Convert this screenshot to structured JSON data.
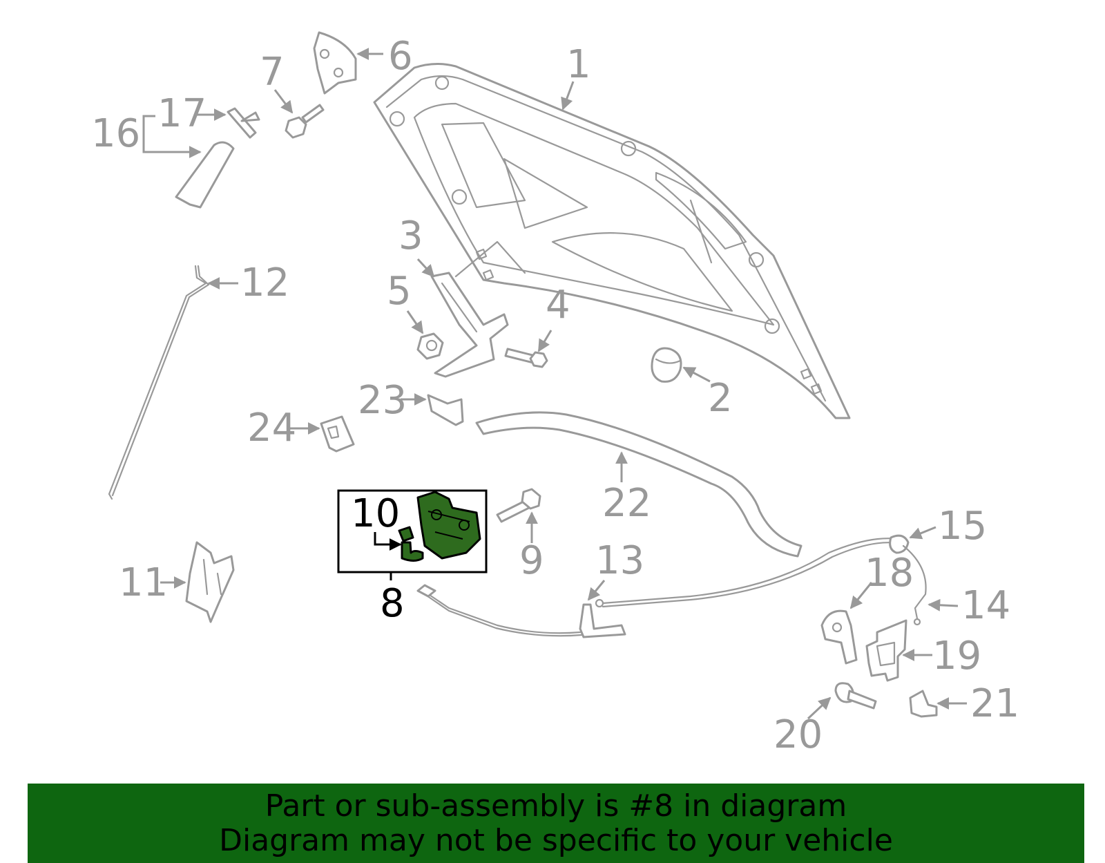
{
  "diagram": {
    "colors": {
      "part_stroke": "#999999",
      "highlight_fill": "#2e6b1e",
      "highlight_stroke": "#000000",
      "banner_bg": "#0e6610"
    },
    "highlighted_part": "8",
    "callouts": {
      "c1": "1",
      "c2": "2",
      "c3": "3",
      "c4": "4",
      "c5": "5",
      "c6": "6",
      "c7": "7",
      "c8": "8",
      "c9": "9",
      "c10": "10",
      "c11": "11",
      "c12": "12",
      "c13": "13",
      "c14": "14",
      "c15": "15",
      "c16": "16",
      "c17": "17",
      "c18": "18",
      "c19": "19",
      "c20": "20",
      "c21": "21",
      "c22": "22",
      "c23": "23",
      "c24": "24"
    }
  },
  "banner": {
    "line1": "Part or sub-assembly is #8 in diagram",
    "line2": "Diagram may not be specific to your vehicle"
  }
}
